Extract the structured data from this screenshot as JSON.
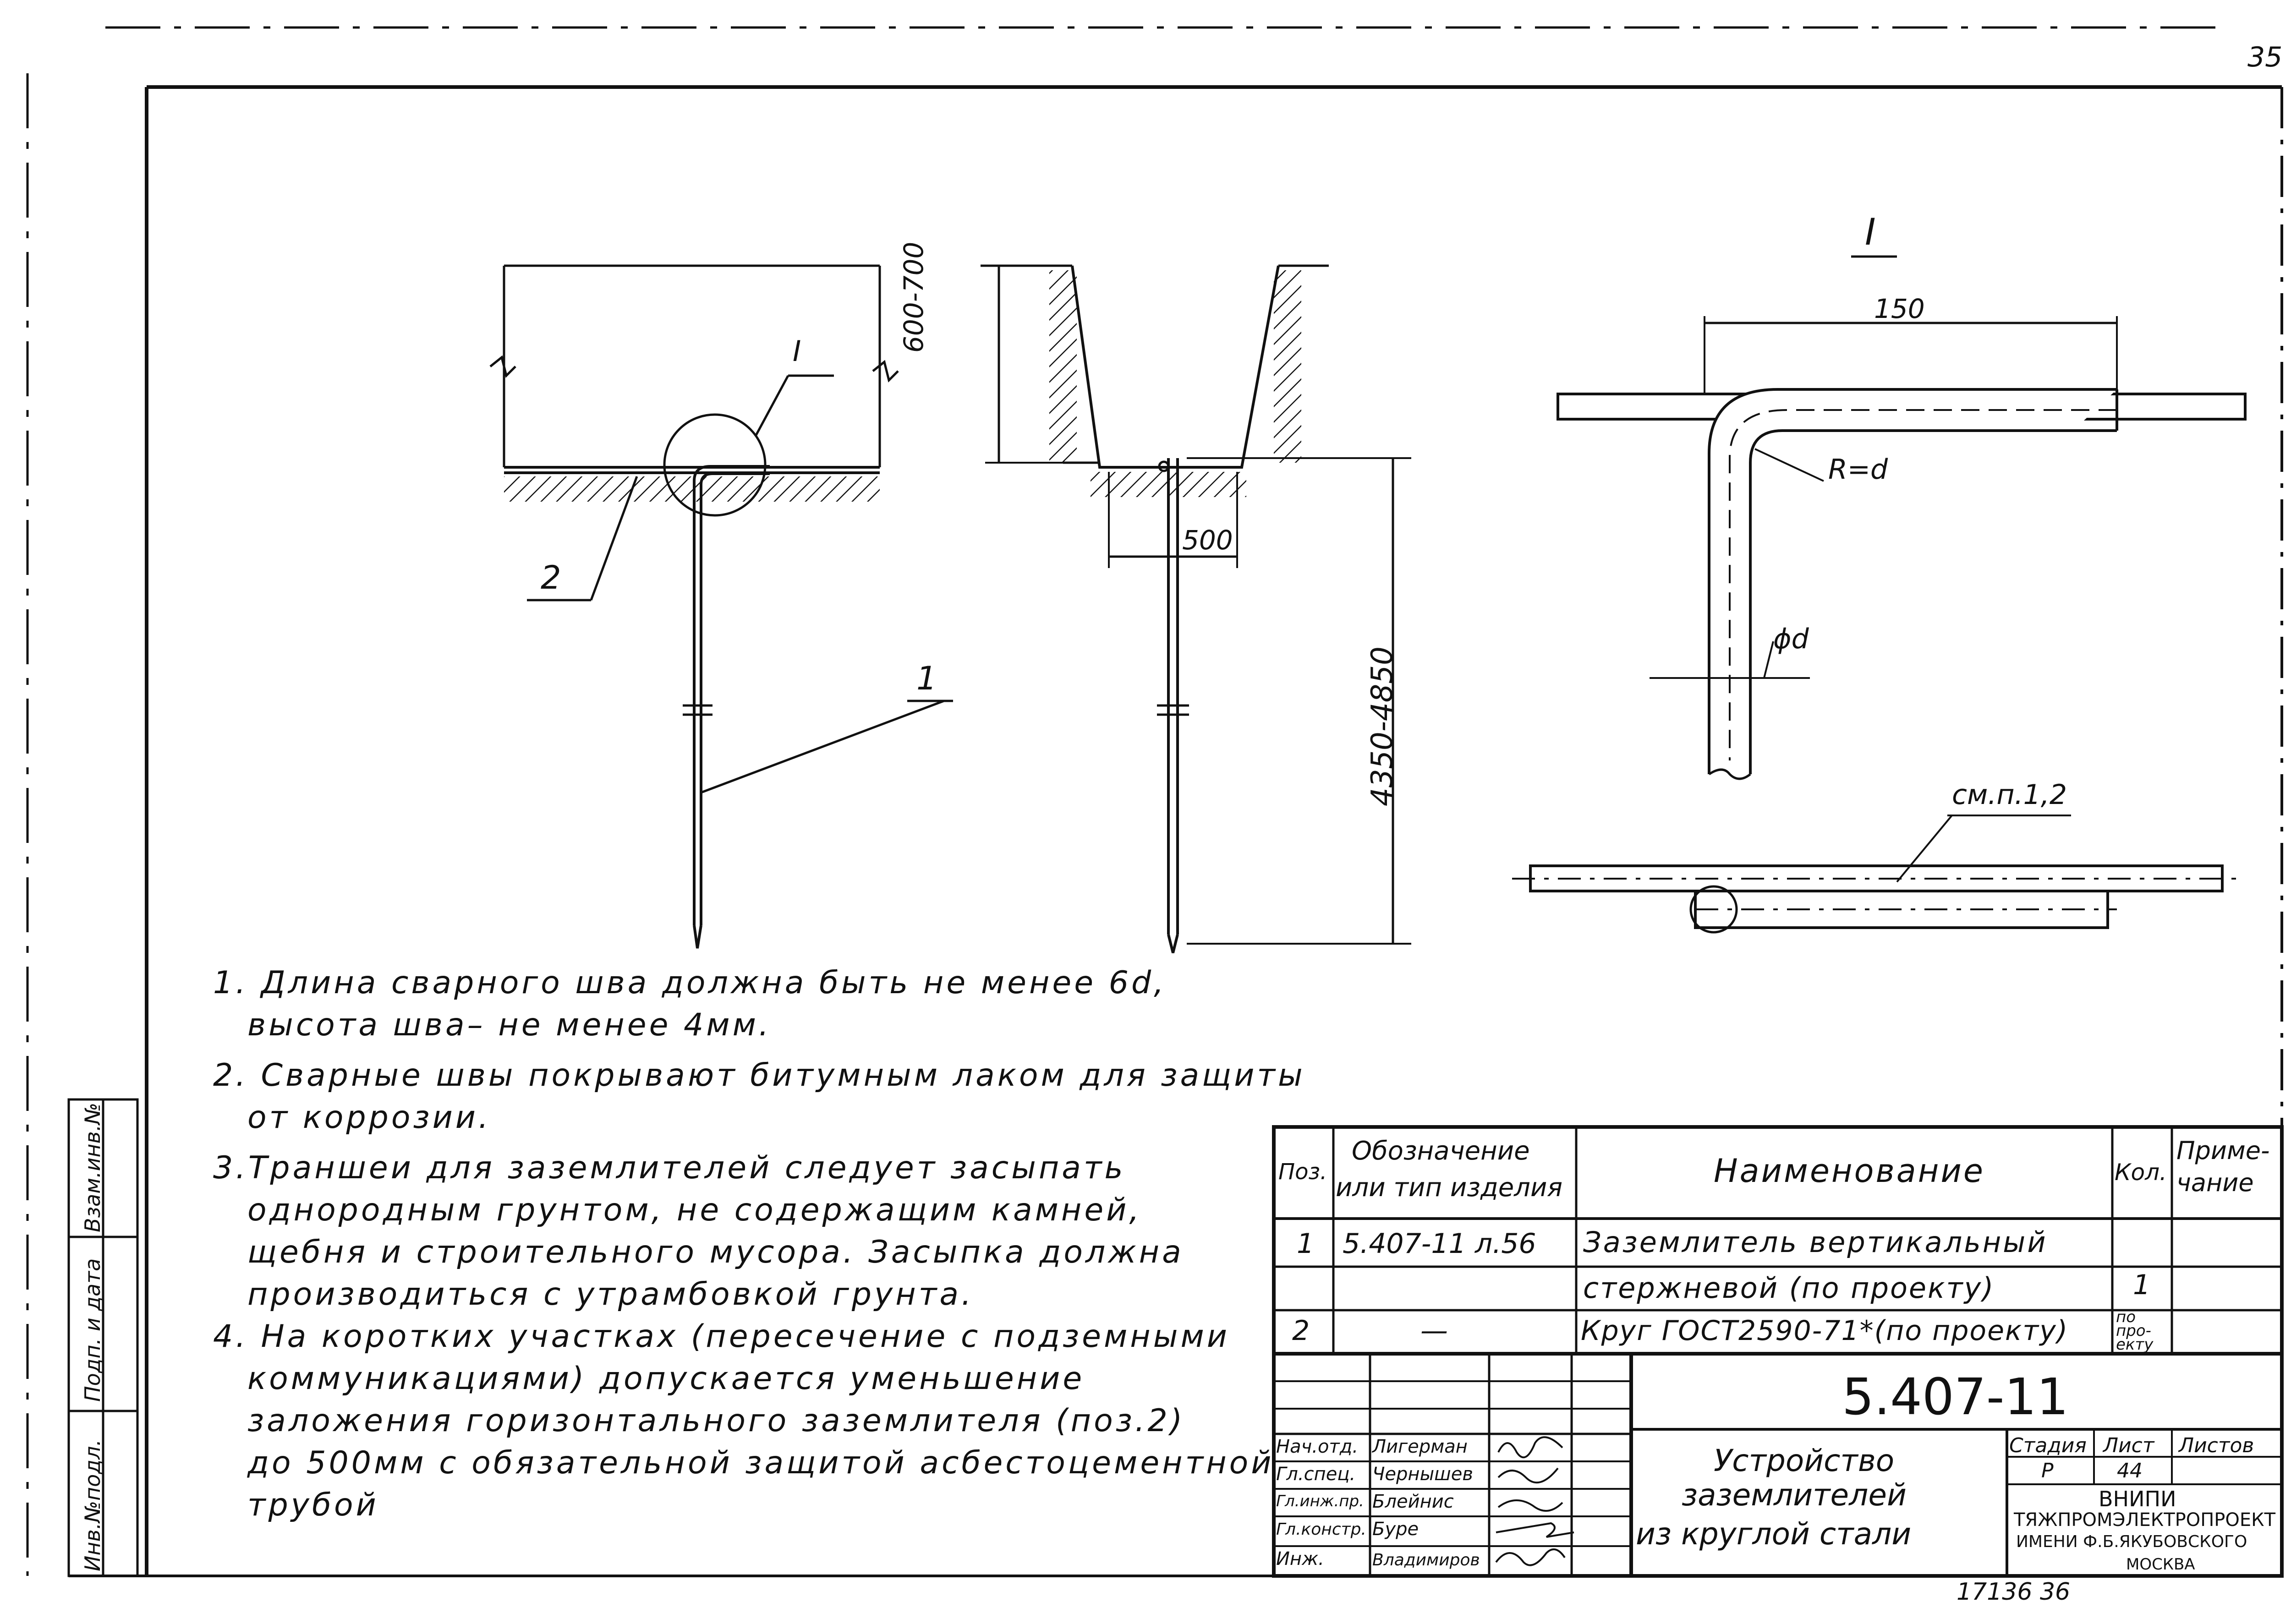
{
  "page_number": "35",
  "drawing": {
    "detail_marker": "I",
    "callout_detail": "I",
    "label_rod": "1",
    "label_strip": "2",
    "dim_depth": "600-700",
    "dim_width": "500",
    "dim_rod_length": "4350-4850",
    "dim_bend": "150",
    "label_radius": "R=d",
    "label_diameter": "ϕd",
    "label_ref": "см.п.1,2"
  },
  "notes": [
    {
      "line1": "1. Длина сварного шва должна быть не менее 6d,",
      "line2": "высота шва– не менее 4мм."
    },
    {
      "line1": "2. Сварные швы покрывают битумным лаком для защиты",
      "line2": "от коррозии."
    },
    {
      "line1": "3.Траншеи для заземлителей следует засыпать",
      "line2": "однородным грунтом, не содержащим камней,",
      "line3": "щебня и строительного мусора. Засыпка должна",
      "line4": "производиться с утрамбовкой грунта."
    },
    {
      "line1": "4. На коротких участках (пересечение с подземными",
      "line2": "коммуникациями) допускается уменьшение",
      "line3": "заложения горизонтального заземлителя (поз.2)",
      "line4": "до 500мм с обязательной защитой асбестоцементной",
      "line5": "трубой"
    }
  ],
  "side_stamp": {
    "inv_podl": "Инв.№подл.",
    "podp_data": "Подп. и дата",
    "vzam_inv": "Взам.инв.№"
  },
  "spec_table": {
    "headers": {
      "pos": "Поз.",
      "designation_1": "Обозначение",
      "designation_2": "или тип изделия",
      "name": "Наименование",
      "qty": "Кол.",
      "note_1": "Приме-",
      "note_2": "чание"
    },
    "rows": [
      {
        "pos": "1",
        "designation": "5.407-11 л.56",
        "name": "Заземлитель вертикальный",
        "qty": "",
        "note": ""
      },
      {
        "pos": "",
        "designation": "",
        "name": "стержневой (по проекту)",
        "qty": "1",
        "note": ""
      },
      {
        "pos": "2",
        "designation": "—",
        "name": "Круг ГОСТ2590-71*(по проекту)",
        "qty": "по про- екту",
        "note": ""
      }
    ]
  },
  "title_block": {
    "doc_number": "5.407-11",
    "title_1": "Устройство",
    "title_2": "заземлителей",
    "title_3": "из круглой стали",
    "stage_label": "Стадия",
    "sheet_label": "Лист",
    "sheets_label": "Листов",
    "stage": "Р",
    "sheet": "44",
    "org_1": "ВНИПИ",
    "org_2": "ТЯЖПРОМЭЛЕКТРОПРОЕКТ",
    "org_3": "ИМЕНИ Ф.Б.ЯКУБОВСКОГО",
    "org_4": "МОСКВА",
    "signatures": [
      {
        "role": "Нач.отд.",
        "name": "Лигерман"
      },
      {
        "role": "Гл.спец.",
        "name": "Чернышев"
      },
      {
        "role": "Гл.инж.пр.",
        "name": "Блейнис"
      },
      {
        "role": "Гл.констр.",
        "name": "Буре"
      },
      {
        "role": "Инж.",
        "name": "Владимиров"
      }
    ]
  },
  "bottom_code": "17136 36"
}
